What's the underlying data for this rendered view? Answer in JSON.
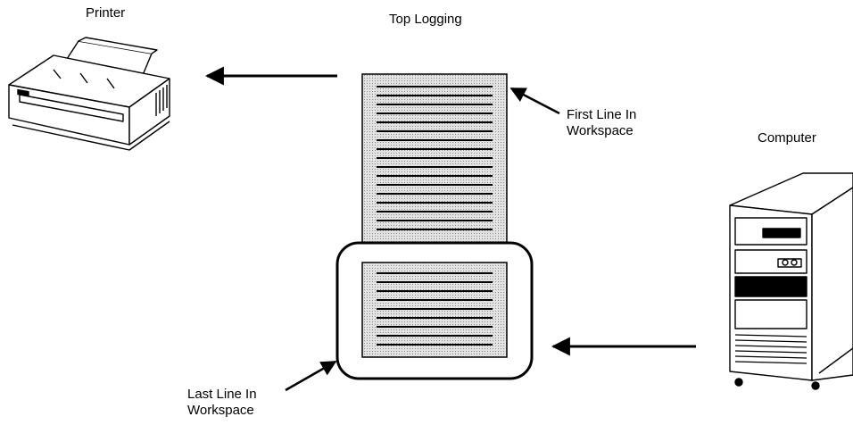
{
  "labels": {
    "printer": "Printer",
    "top_logging": "Top Logging",
    "first_line": [
      "First Line In",
      "Workspace"
    ],
    "computer": "Computer",
    "last_line": [
      "Last Line In",
      "Workspace"
    ]
  },
  "colors": {
    "ink": "#000000",
    "paper_fill": "#cfcfcf",
    "background": "#ffffff"
  },
  "icons": {
    "printer": "printer-icon",
    "computer": "computer-cabinet-icon"
  }
}
